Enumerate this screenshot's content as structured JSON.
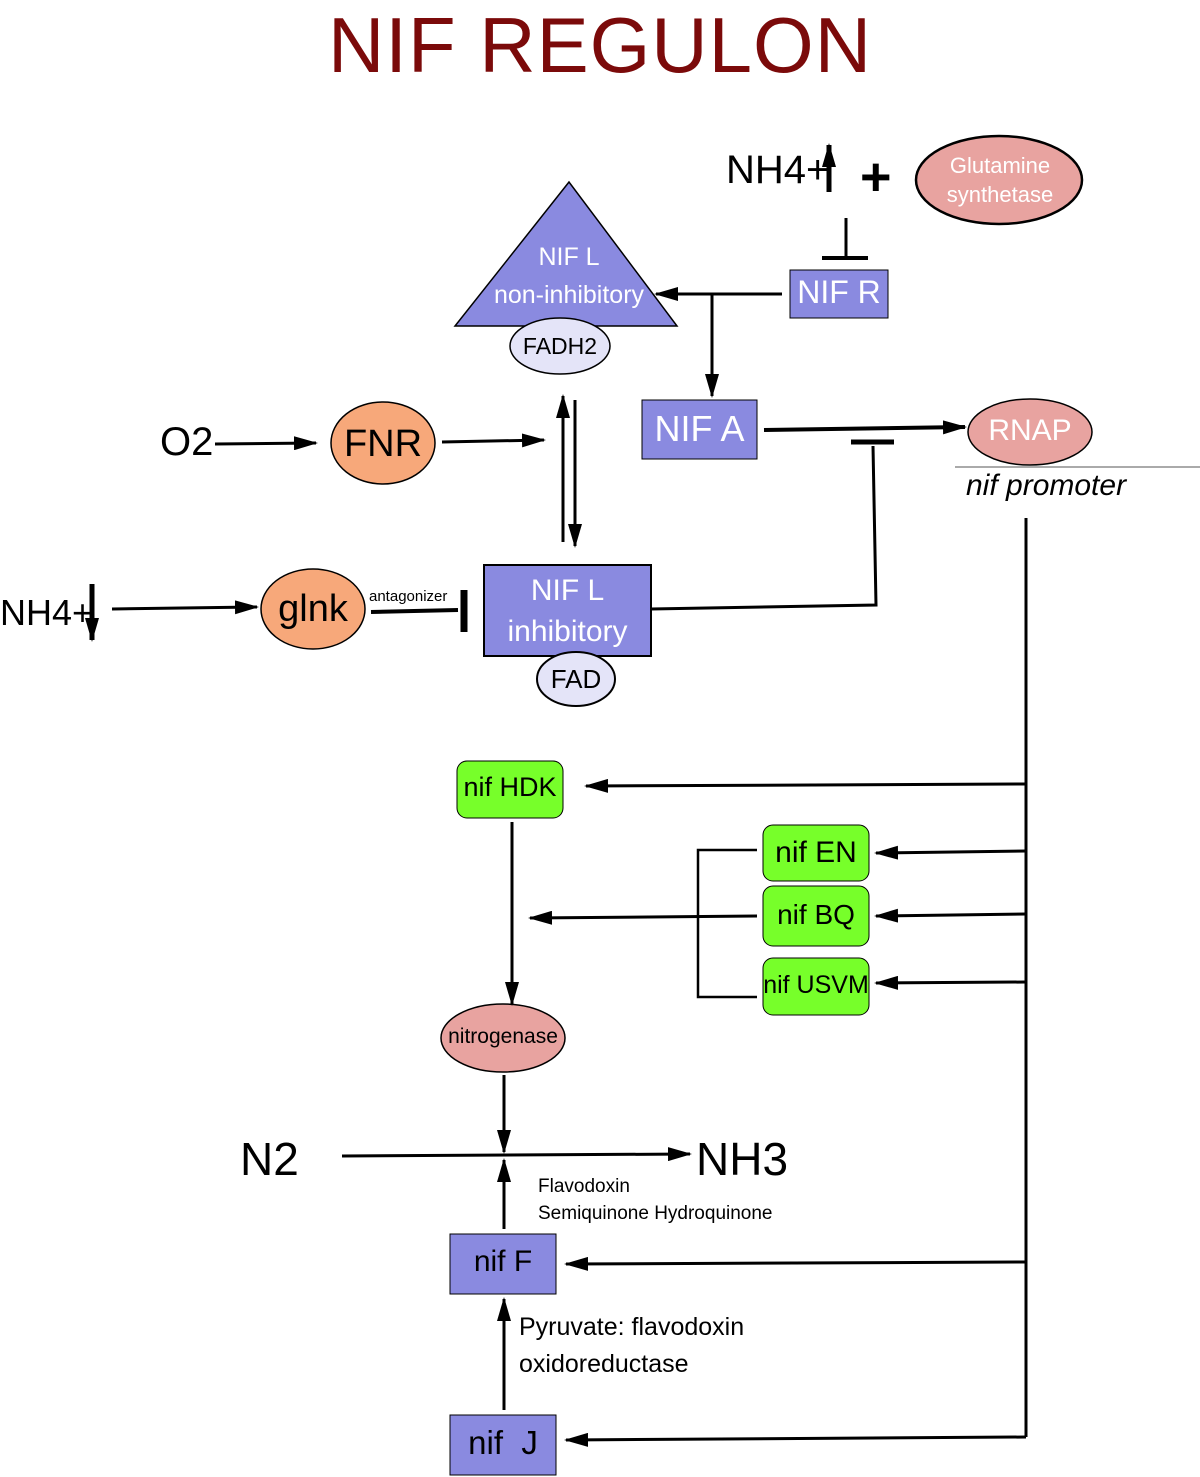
{
  "title": "NIF REGULON",
  "colors": {
    "title": "#7b0a0a",
    "blue_box": "#8a8ae0",
    "green_box": "#77ff2a",
    "orange_ellipse": "#f7a87a",
    "pink_ellipse": "#e8a3a0",
    "lavender_ellipse": "#e4e4f8"
  },
  "nodes": {
    "nh4_up": "NH4+",
    "plus": "+",
    "glutamine": "Glutamine synthetase",
    "nifl_noninhib_1": "NIF L",
    "nifl_noninhib_2": "non-inhibitory",
    "fadh2": "FADH2",
    "nifr": "NIF R",
    "nifa": "NIF A",
    "rnap": "RNAP",
    "nif_promoter": "nif promoter",
    "o2": "O2",
    "fnr": "FNR",
    "nh4_down": "NH4+",
    "glnk": "glnk",
    "antagonizer": "antagonizer",
    "nifl_inhib_1": "NIF L",
    "nifl_inhib_2": "inhibitory",
    "fad": "FAD",
    "nifhdk": "nif HDK",
    "nifen": "nif EN",
    "nifbq": "nif BQ",
    "nifusvm": "nif USVM",
    "nitrogenase": "nitrogenase",
    "n2": "N2",
    "nh3": "NH3",
    "flavodoxin_1": "Flavodoxin",
    "flavodoxin_2": "Semiquinone Hydroquinone",
    "niff": "nif F",
    "pyruvate_1": "Pyruvate: flavodoxin",
    "pyruvate_2": "oxidoreductase",
    "nifj": "nif  J"
  }
}
